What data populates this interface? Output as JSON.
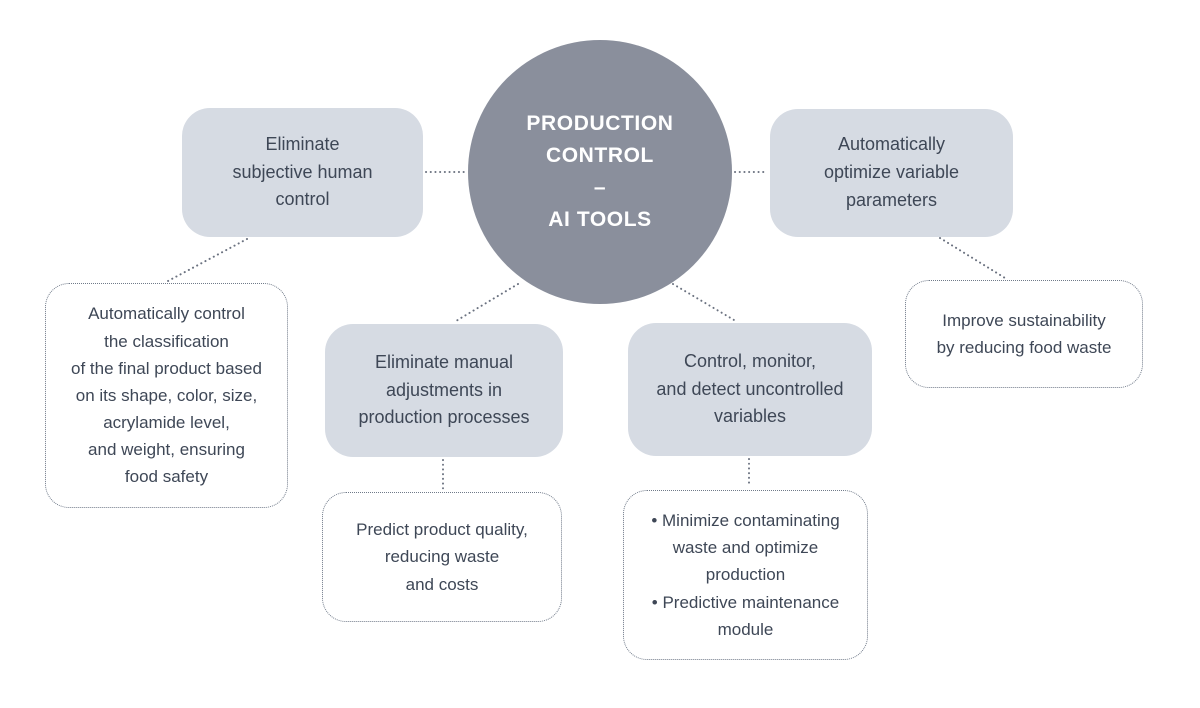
{
  "diagram": {
    "colors": {
      "circle_fill": "#8a8f9c",
      "node_fill": "#d6dbe3",
      "text": "#3e4756",
      "line": "#6b7280",
      "bg": "#ffffff"
    },
    "center_circle": {
      "text": "PRODUCTION\nCONTROL\n–\nAI TOOLS"
    },
    "solid_nodes": {
      "eliminate_human": "Eliminate\nsubjective human\ncontrol",
      "optimize_params": "Automatically\noptimize variable\nparameters",
      "eliminate_manual": "Eliminate manual\nadjustments in\nproduction processes",
      "control_monitor": "Control, monitor,\nand detect uncontrolled\nvariables"
    },
    "detail_nodes": {
      "classification": "Automatically control\nthe classification\nof the final product based\non its shape, color, size,\nacrylamide level,\nand weight, ensuring\nfood safety",
      "sustainability": "Improve sustainability\nby reducing food waste",
      "predict_quality": "Predict product quality,\nreducing waste\nand costs",
      "waste_maintenance_bullets": [
        "• Minimize contaminating\nwaste and optimize\nproduction",
        "• Predictive maintenance\nmodule"
      ]
    }
  }
}
